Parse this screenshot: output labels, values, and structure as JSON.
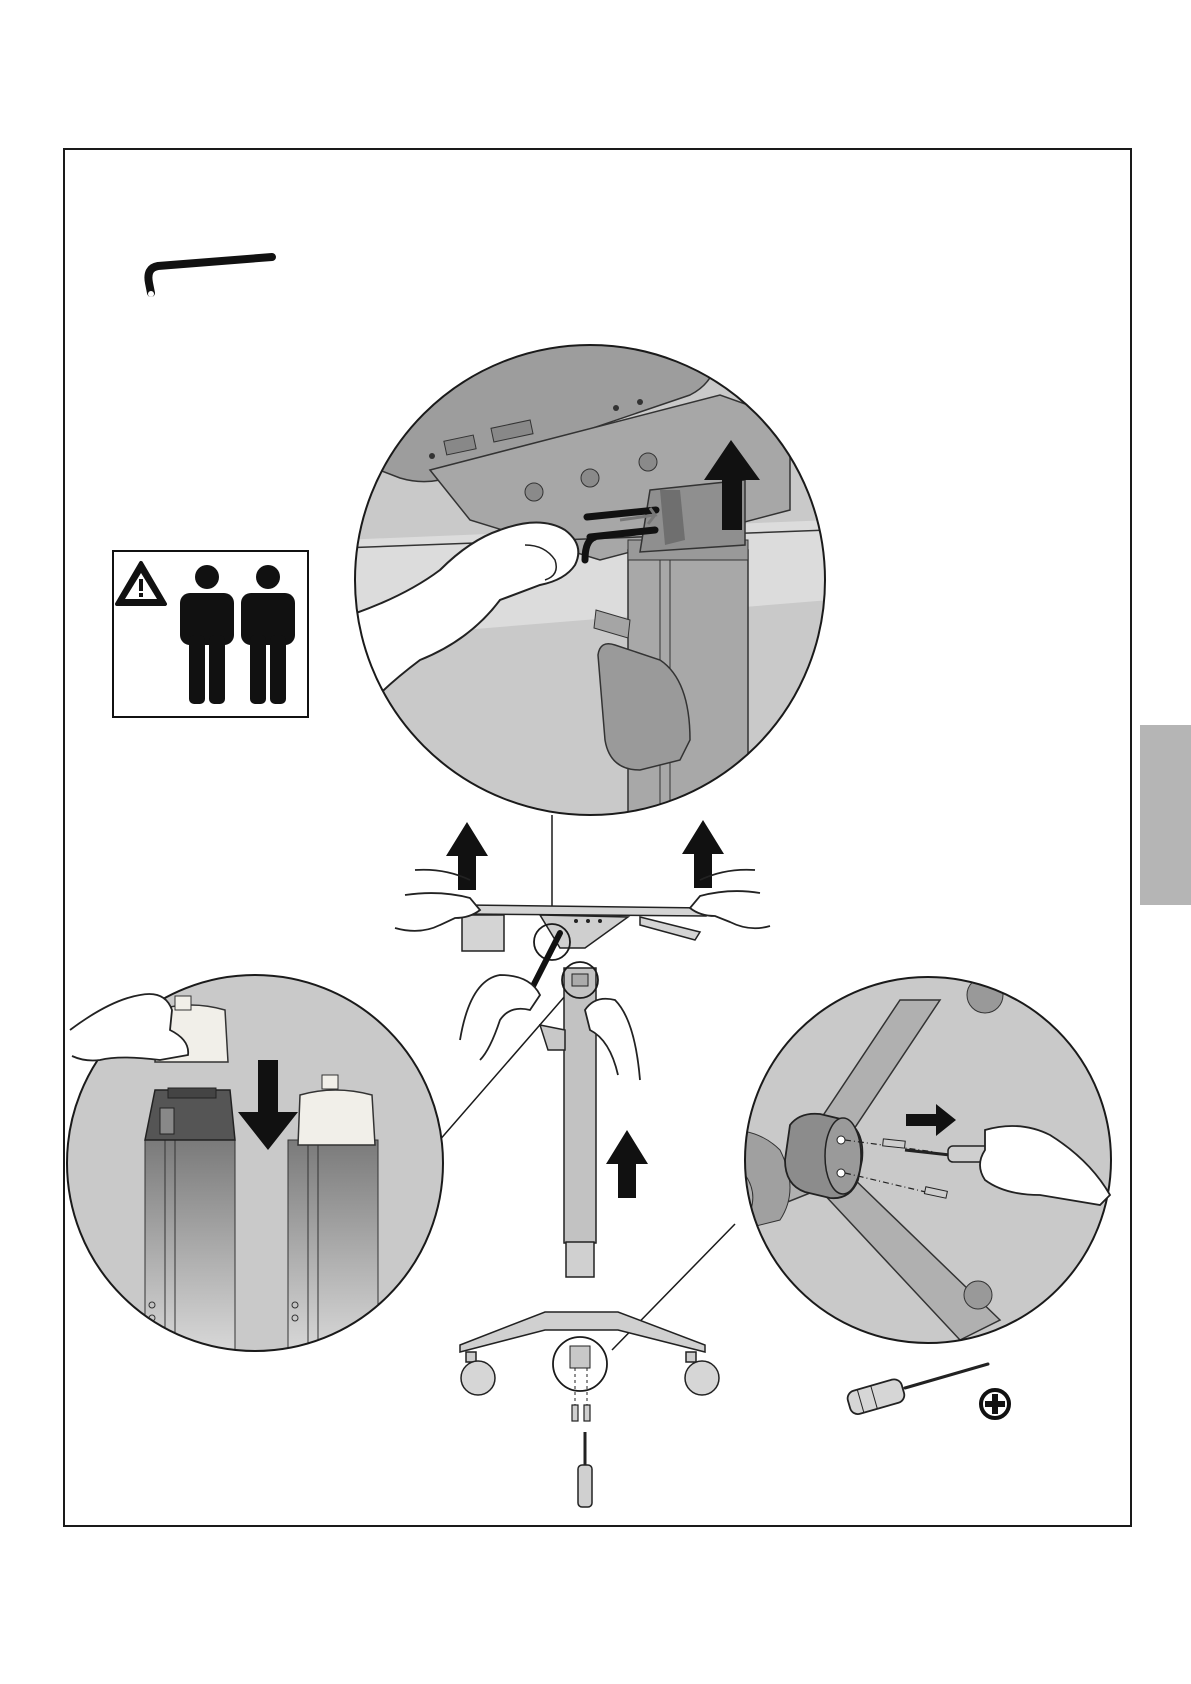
{
  "page": {
    "background": "#ffffff",
    "frame_color": "#1a1a1a",
    "tab_color": "#b5b5b5",
    "detail_fill": "#c9c9c9",
    "detail_fill_light": "#dedede",
    "part_fill": "#d4d4d4"
  },
  "tools": {
    "allen_key": "hex-key-icon",
    "screwdriver": "phillips-screwdriver-icon",
    "phillips_symbol": "phillips-head-icon"
  },
  "warning": {
    "icon": "warning-triangle-icon",
    "people": "two-person-lift-icon",
    "persons": 2
  },
  "steps": [
    {
      "name": "remove-column-from-top-frame",
      "arrow": "up"
    },
    {
      "name": "remove-column-caps",
      "arrow": "down"
    },
    {
      "name": "unscrew-column-from-base",
      "arrow": "right"
    }
  ]
}
